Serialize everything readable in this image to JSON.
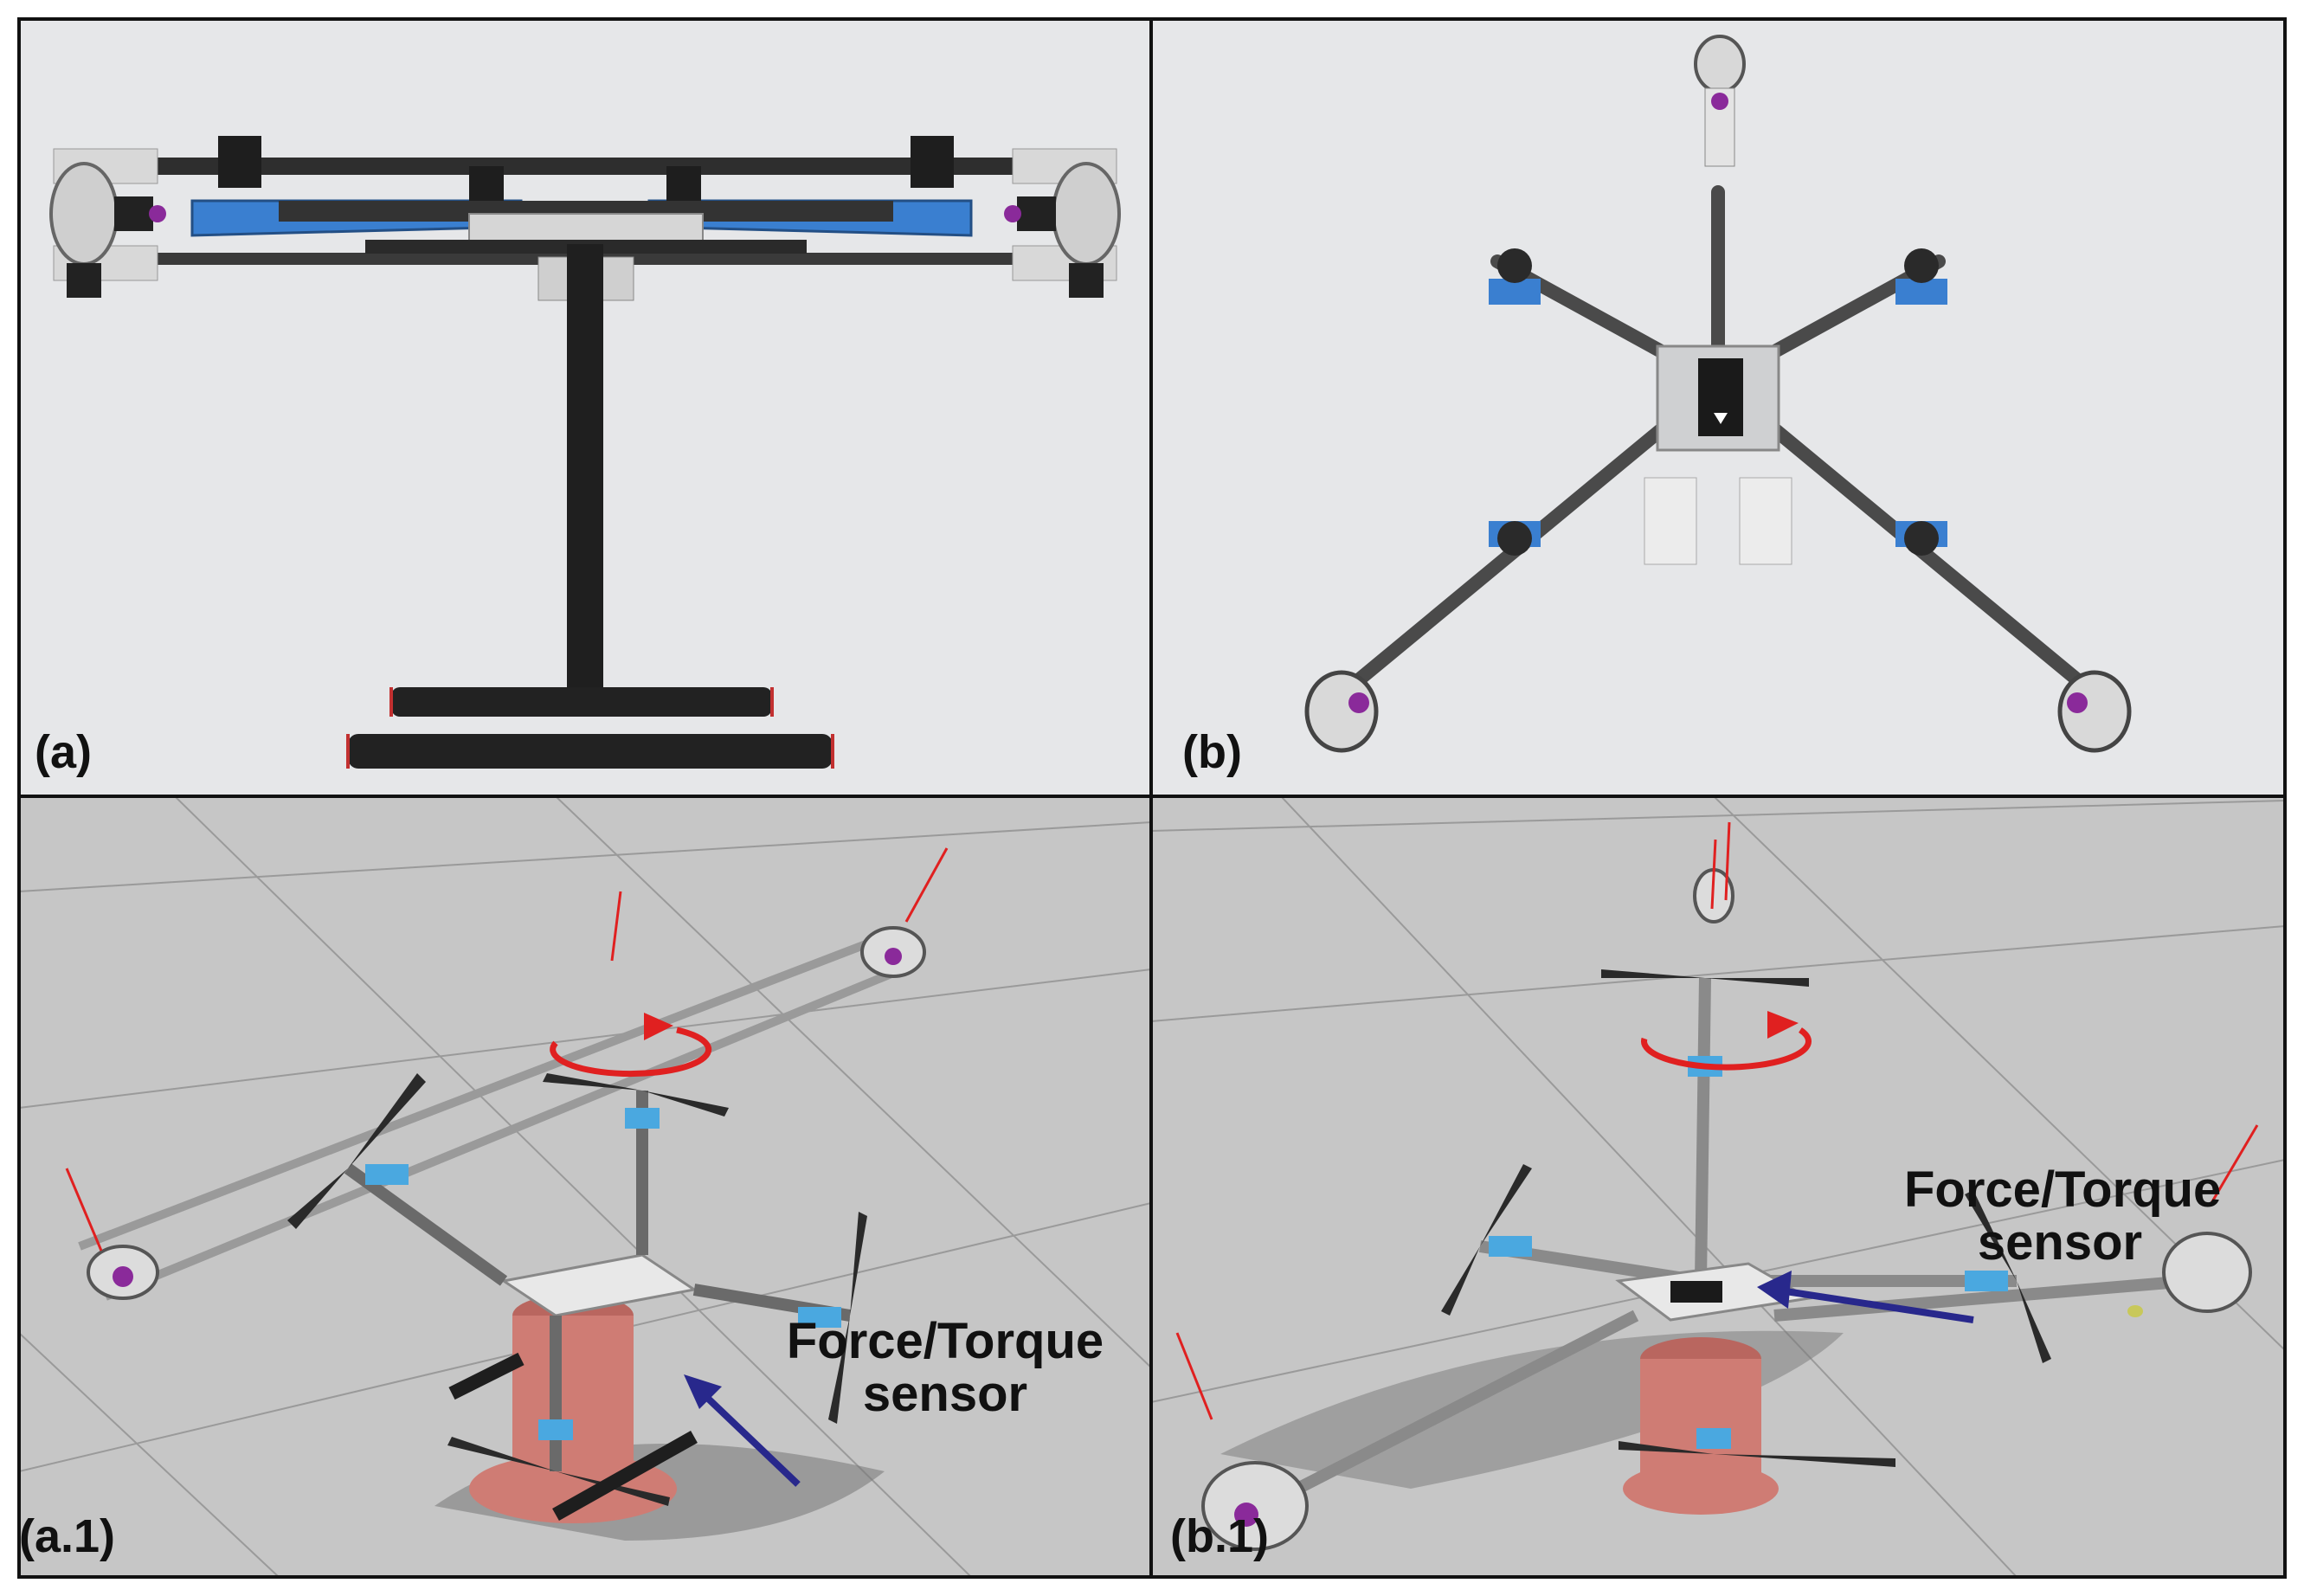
{
  "panels": [
    {
      "id": "a",
      "label": "(a)"
    },
    {
      "id": "b",
      "label": "(b)"
    },
    {
      "id": "a1",
      "label": "(a.1)"
    },
    {
      "id": "b1",
      "label": "(b.1)"
    }
  ],
  "callouts": {
    "a1": {
      "line1": "Force/Torque",
      "line2": "sensor"
    },
    "b1": {
      "line1": "Force/Torque",
      "line2": "sensor"
    }
  },
  "colors": {
    "background_top": "#e6e7e9",
    "background_floor": "#c6c6c6",
    "accent_blue": "#3a7fd0",
    "motor_purple": "#8a2a9a",
    "pedestal": "#cf7c74",
    "torque_arrow": "#e02020",
    "sensor_arrow": "#28288c"
  }
}
